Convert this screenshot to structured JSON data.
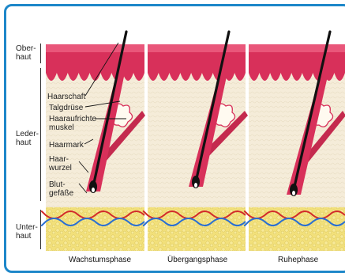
{
  "layers": {
    "oberhaut": [
      "Ober-",
      "haut"
    ],
    "lederhaut": [
      "Leder-",
      "haut"
    ],
    "unterhaut": [
      "Unter-",
      "haut"
    ]
  },
  "annotations": [
    [
      "Haarschaft"
    ],
    [
      "Talgdrüse"
    ],
    [
      "Haaraufrichte-",
      "muskel"
    ],
    [
      "Haarmark"
    ],
    [
      "Haar-",
      "wurzel"
    ],
    [
      "Blut-",
      "gefäße"
    ]
  ],
  "phases": [
    "Wachstumsphase",
    "Übergangsphase",
    "Ruhephase"
  ],
  "colors": {
    "border": "#1d87c9",
    "epidermis": "#d8305a",
    "dermis": "#f5ecd9",
    "subcutis": "#f2e07a",
    "hair": "#111111",
    "artery": "#d22a2a",
    "vein": "#2a6fd2"
  }
}
